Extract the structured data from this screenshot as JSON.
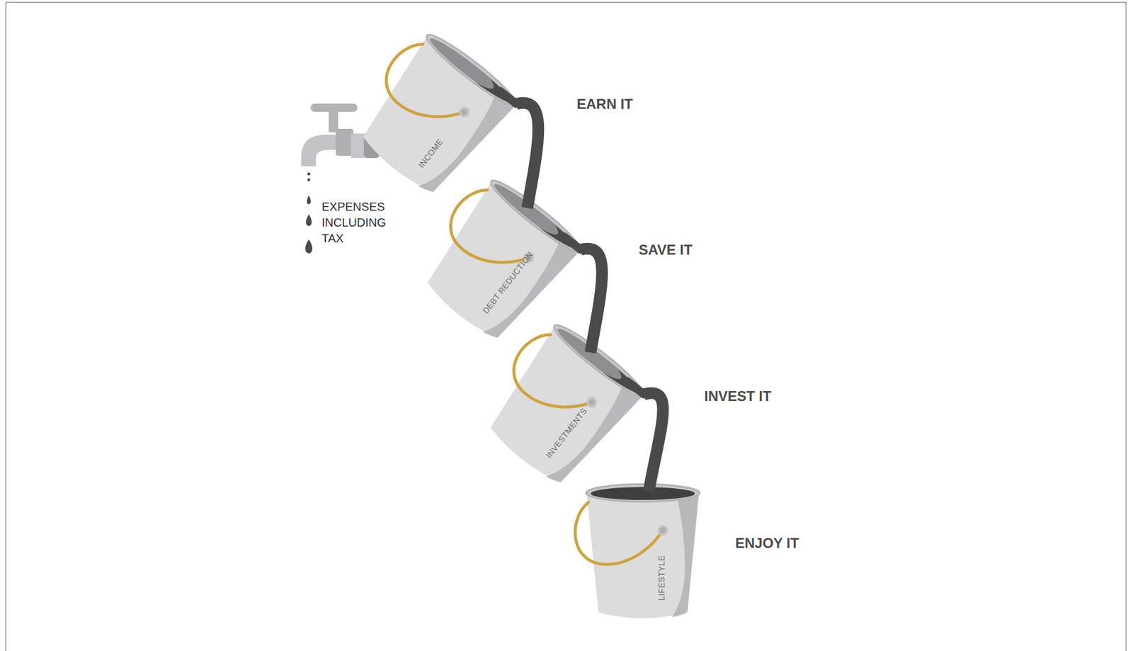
{
  "diagram": {
    "nodes": [
      {
        "text": [
          "INCOME"
        ]
      },
      {
        "text": [
          "DEBT REDUCTION"
        ]
      },
      {
        "text": [
          "INVESTMENTS"
        ]
      },
      {
        "text": [
          "LIFESTYLE"
        ]
      }
    ],
    "edges": [
      {
        "from": 0,
        "to": 1,
        "arrow": "none"
      },
      {
        "from": 1,
        "to": 2,
        "arrow": "none"
      },
      {
        "from": 2,
        "to": 3,
        "arrow": "none"
      }
    ],
    "labels": [
      "EARN IT",
      "EXPENSES INCLUDING TAX",
      "SAVE IT",
      "INVEST IT",
      "ENJOY IT"
    ]
  }
}
